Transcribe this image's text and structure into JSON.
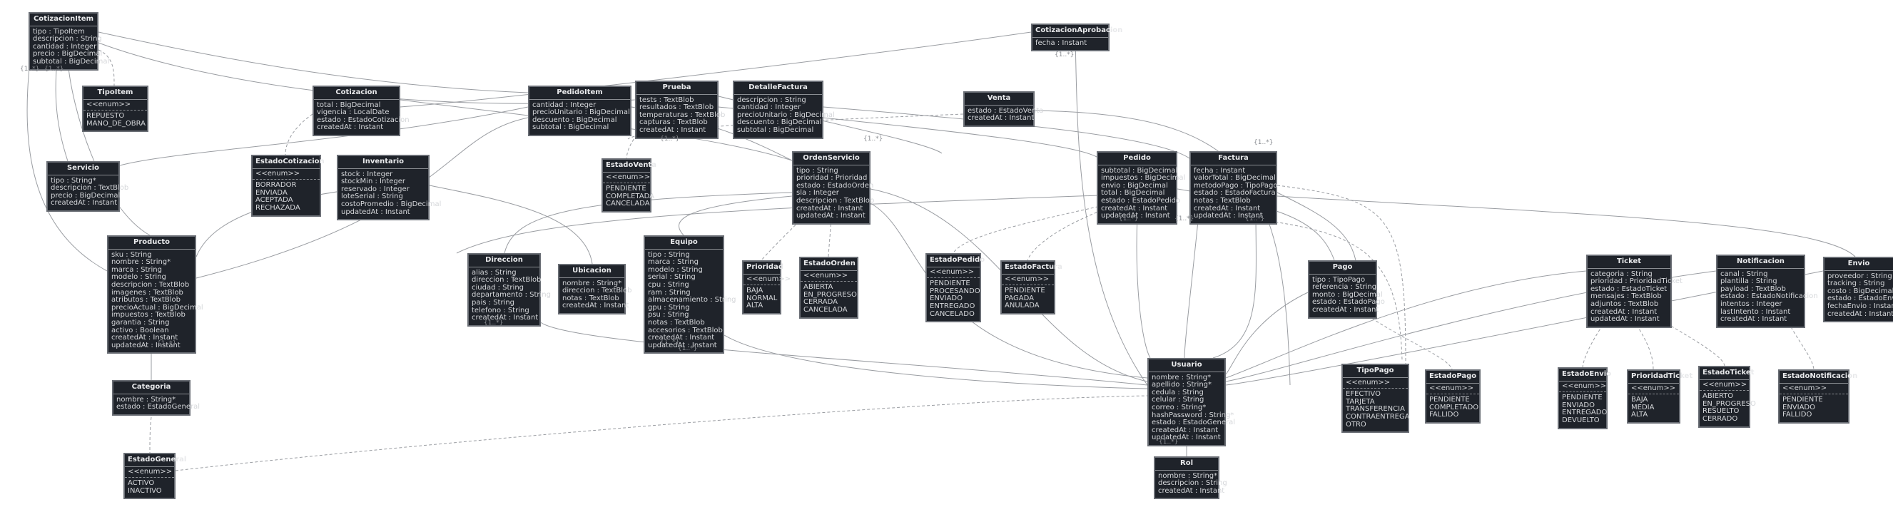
{
  "entities": [
    {
      "name": "CotizacionItem",
      "attrs": [
        "tipo : TipoItem",
        "descripcion : String",
        "cantidad : Integer",
        "precio : BigDecimal",
        "subtotal : BigDecimal"
      ]
    },
    {
      "name": "TipoItem",
      "stereo": "<<enum>>",
      "attrs": [
        "REPUESTO",
        "MANO_DE_OBRA"
      ]
    },
    {
      "name": "Servicio",
      "attrs": [
        "tipo : String*",
        "descripcion : TextBlob",
        "precio : BigDecimal",
        "createdAt : Instant"
      ]
    },
    {
      "name": "Cotizacion",
      "attrs": [
        "total : BigDecimal",
        "vigencia : LocalDate",
        "estado : EstadoCotizacion",
        "createdAt : Instant"
      ]
    },
    {
      "name": "EstadoCotizacion",
      "stereo": "<<enum>>",
      "attrs": [
        "BORRADOR",
        "ENVIADA",
        "ACEPTADA",
        "RECHAZADA"
      ]
    },
    {
      "name": "Inventario",
      "attrs": [
        "stock : Integer",
        "stockMin : Integer",
        "reservado : Integer",
        "loteSerial : String",
        "costoPromedio : BigDecimal",
        "updatedAt : Instant"
      ]
    },
    {
      "name": "PedidoItem",
      "attrs": [
        "cantidad : Integer",
        "precioUnitario : BigDecimal",
        "descuento : BigDecimal",
        "subtotal : BigDecimal"
      ]
    },
    {
      "name": "Prueba",
      "attrs": [
        "tests : TextBlob",
        "resultados : TextBlob",
        "temperaturas : TextBlob",
        "capturas : TextBlob",
        "createdAt : Instant"
      ]
    },
    {
      "name": "DetalleFactura",
      "attrs": [
        "descripcion : String",
        "cantidad : Integer",
        "precioUnitario : BigDecimal",
        "descuento : BigDecimal",
        "subtotal : BigDecimal"
      ]
    },
    {
      "name": "CotizacionAprobacion",
      "attrs": [
        "fecha : Instant"
      ]
    },
    {
      "name": "Venta",
      "attrs": [
        "estado : EstadoVenta",
        "createdAt : Instant"
      ]
    },
    {
      "name": "EstadoVenta",
      "stereo": "<<enum>>",
      "attrs": [
        "PENDIENTE",
        "COMPLETADA",
        "CANCELADA"
      ]
    },
    {
      "name": "OrdenServicio",
      "attrs": [
        "tipo : String",
        "prioridad : Prioridad",
        "estado : EstadoOrden",
        "sla : Integer",
        "descripcion : TextBlob",
        "createdAt : Instant",
        "updatedAt : Instant"
      ]
    },
    {
      "name": "Pedido",
      "attrs": [
        "subtotal : BigDecimal",
        "impuestos : BigDecimal",
        "envio : BigDecimal",
        "total : BigDecimal",
        "estado : EstadoPedido",
        "createdAt : Instant",
        "updatedAt : Instant"
      ]
    },
    {
      "name": "Factura",
      "attrs": [
        "fecha : Instant",
        "valorTotal : BigDecimal",
        "metodoPago : TipoPago",
        "estado : EstadoFactura",
        "notas : TextBlob",
        "createdAt : Instant",
        "updatedAt : Instant"
      ]
    },
    {
      "name": "Producto",
      "attrs": [
        "sku : String",
        "nombre : String*",
        "marca : String",
        "modelo : String",
        "descripcion : TextBlob",
        "imagenes : TextBlob",
        "atributos : TextBlob",
        "precioActual : BigDecimal",
        "impuestos : TextBlob",
        "garantia : String",
        "activo : Boolean",
        "createdAt : Instant",
        "updatedAt : Instant"
      ]
    },
    {
      "name": "Direccion",
      "attrs": [
        "alias : String",
        "direccion : TextBlob",
        "ciudad : String",
        "departamento : String",
        "pais : String",
        "telefono : String",
        "createdAt : Instant"
      ]
    },
    {
      "name": "Ubicacion",
      "attrs": [
        "nombre : String*",
        "direccion : TextBlob",
        "notas : TextBlob",
        "createdAt : Instant"
      ]
    },
    {
      "name": "Equipo",
      "attrs": [
        "tipo : String",
        "marca : String",
        "modelo : String",
        "serial : String",
        "cpu : String",
        "ram : String",
        "almacenamiento : String",
        "gpu : String",
        "psu : String",
        "notas : TextBlob",
        "accesorios : TextBlob",
        "createdAt : Instant",
        "updatedAt : Instant"
      ]
    },
    {
      "name": "Prioridad",
      "stereo": "<<enum>>",
      "attrs": [
        "BAJA",
        "NORMAL",
        "ALTA"
      ]
    },
    {
      "name": "EstadoOrden",
      "stereo": "<<enum>>",
      "attrs": [
        "ABIERTA",
        "EN_PROGRESO",
        "CERRADA",
        "CANCELADA"
      ]
    },
    {
      "name": "EstadoPedido",
      "stereo": "<<enum>>",
      "attrs": [
        "PENDIENTE",
        "PROCESANDO",
        "ENVIADO",
        "ENTREGADO",
        "CANCELADO"
      ]
    },
    {
      "name": "EstadoFactura",
      "stereo": "<<enum>>",
      "attrs": [
        "PENDIENTE",
        "PAGADA",
        "ANULADA"
      ]
    },
    {
      "name": "Pago",
      "attrs": [
        "tipo : TipoPago",
        "referencia : String",
        "monto : BigDecimal",
        "estado : EstadoPago",
        "createdAt : Instant"
      ]
    },
    {
      "name": "Ticket",
      "attrs": [
        "categoria : String",
        "prioridad : PrioridadTicket",
        "estado : EstadoTicket",
        "mensajes : TextBlob",
        "adjuntos : TextBlob",
        "createdAt : Instant",
        "updatedAt : Instant"
      ]
    },
    {
      "name": "Notificacion",
      "attrs": [
        "canal : String",
        "plantilla : String",
        "payload : TextBlob",
        "estado : EstadoNotificacion",
        "intentos : Integer",
        "lastIntento : Instant",
        "createdAt : Instant"
      ]
    },
    {
      "name": "Envio",
      "attrs": [
        "proveedor : String",
        "tracking : String",
        "costo : BigDecimal",
        "estado : EstadoEnvio",
        "fechaEnvio : Instant",
        "createdAt : Instant"
      ]
    },
    {
      "name": "Categoria",
      "attrs": [
        "nombre : String*",
        "estado : EstadoGeneral"
      ]
    },
    {
      "name": "EstadoGeneral",
      "stereo": "<<enum>>",
      "attrs": [
        "ACTIVO",
        "INACTIVO"
      ]
    },
    {
      "name": "Usuario",
      "attrs": [
        "nombre : String*",
        "apellido : String*",
        "cedula : String",
        "celular : String",
        "correo : String*",
        "hashPassword : String*",
        "estado : EstadoGeneral",
        "createdAt : Instant",
        "updatedAt : Instant"
      ]
    },
    {
      "name": "Rol",
      "attrs": [
        "nombre : String*",
        "descripcion : String",
        "createdAt : Instant"
      ]
    },
    {
      "name": "TipoPago",
      "stereo": "<<enum>>",
      "attrs": [
        "EFECTIVO",
        "TARJETA",
        "TRANSFERENCIA",
        "CONTRAENTREGA",
        "OTRO"
      ]
    },
    {
      "name": "EstadoPago",
      "stereo": "<<enum>>",
      "attrs": [
        "PENDIENTE",
        "COMPLETADO",
        "FALLIDO"
      ]
    },
    {
      "name": "EstadoEnvio",
      "stereo": "<<enum>>",
      "attrs": [
        "PENDIENTE",
        "ENVIADO",
        "ENTREGADO",
        "DEVUELTO"
      ]
    },
    {
      "name": "PrioridadTicket",
      "stereo": "<<enum>>",
      "attrs": [
        "BAJA",
        "MEDIA",
        "ALTA"
      ]
    },
    {
      "name": "EstadoTicket",
      "stereo": "<<enum>>",
      "attrs": [
        "ABIERTO",
        "EN_PROGRESO",
        "RESUELTO",
        "CERRADO"
      ]
    },
    {
      "name": "EstadoNotificacion",
      "stereo": "<<enum>>",
      "attrs": [
        "PENDIENTE",
        "ENVIADO",
        "FALLIDO"
      ]
    }
  ],
  "multiplicity_label": "{1..*}",
  "colors": {
    "box": "#1f232a",
    "border": "#6a6e75",
    "text": "#d5d7da",
    "edge": "#9a9da2",
    "background": "#ffffff"
  }
}
